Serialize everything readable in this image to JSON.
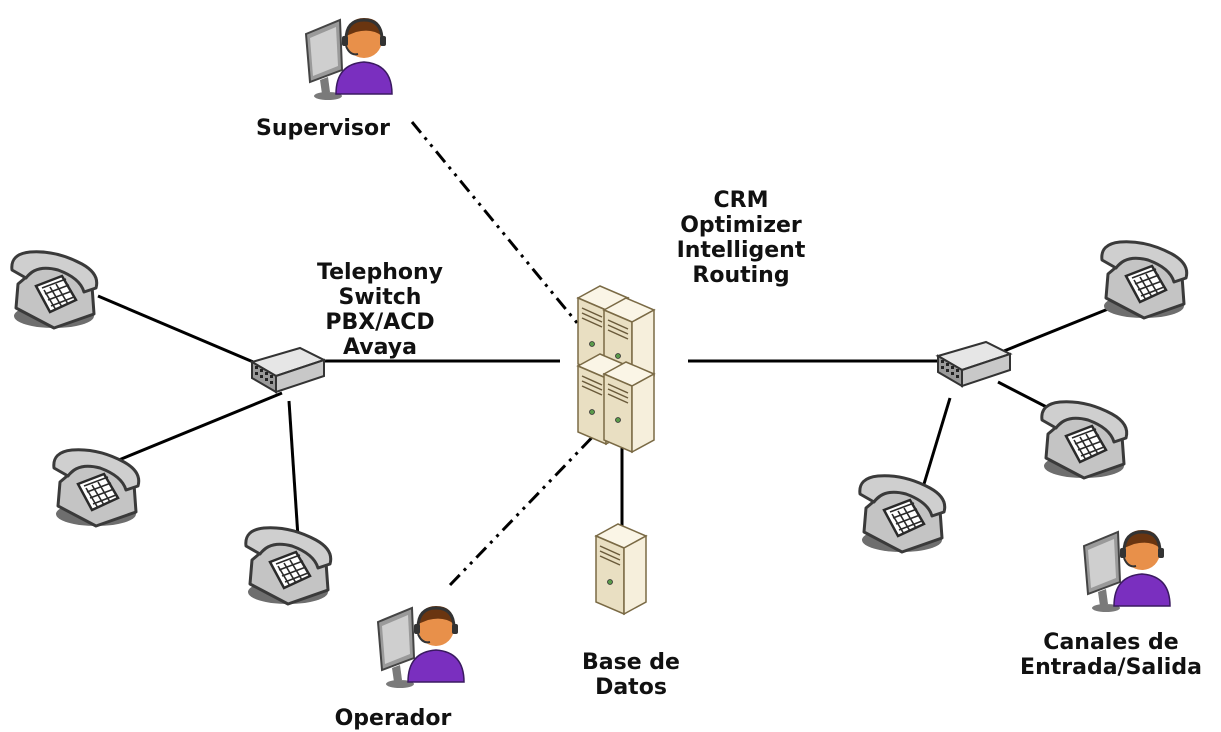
{
  "labels": {
    "supervisor": "Supervisor",
    "telephony": [
      "Telephony",
      "Switch",
      "PBX/ACD",
      "Avaya"
    ],
    "crm": [
      "CRM",
      "Optimizer",
      "Intelligent",
      "Routing"
    ],
    "database": [
      "Base de",
      "Datos"
    ],
    "operator": "Operador",
    "channels": [
      "Canales de",
      "Entrada/Salida"
    ]
  },
  "icons": {
    "agent": "headset-agent-icon",
    "phone": "telephone-icon",
    "switch": "network-switch-icon",
    "server": "server-tower-icon"
  },
  "colors": {
    "line": "#000000",
    "phone_body": "#b8b8b8",
    "phone_outline": "#3a3a3a",
    "server_body": "#f0e6cc",
    "server_edge": "#8a7a55",
    "agent_shirt": "#7a2fbf",
    "agent_skin": "#e8904a",
    "agent_hair": "#6a3510",
    "monitor": "#8c8c8c"
  }
}
